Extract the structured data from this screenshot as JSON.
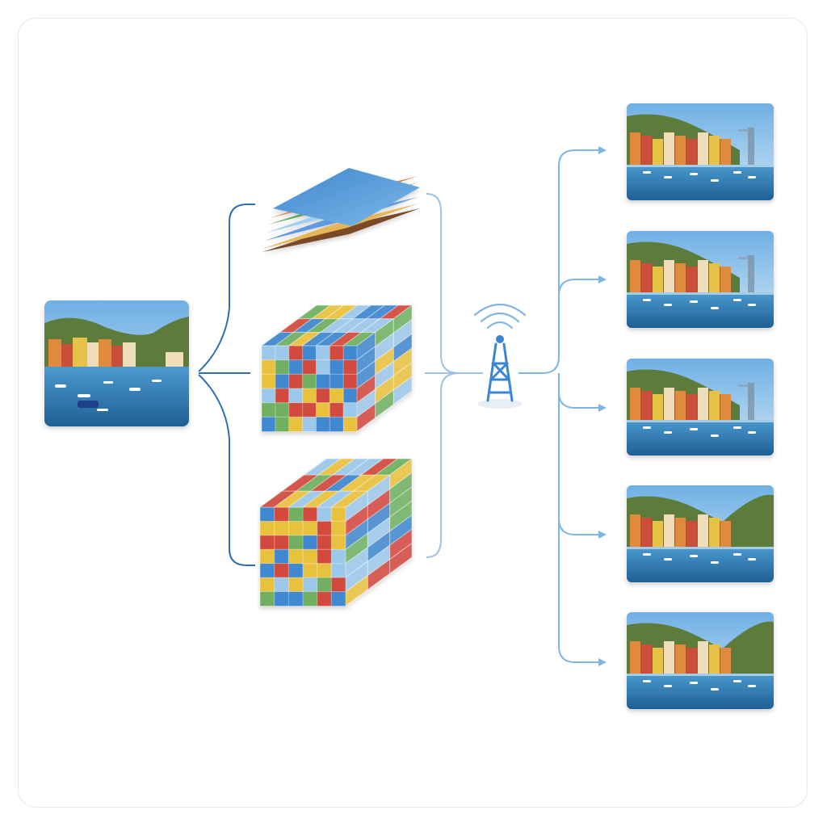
{
  "diagram": {
    "description_free": true,
    "palette": {
      "connector": "#2f6db5",
      "connector_light": "#9ec3e6",
      "arrow": "#7fb4e6",
      "tower": "#3a86d4",
      "sky": "#8fc3ea",
      "sea": "#2d77b0",
      "hill": "#5d7c3a",
      "house_orange": "#e08a3c",
      "house_red": "#c9503a",
      "house_yellow": "#e7c24a",
      "house_cream": "#efdcb8",
      "block_red": "#d2493e",
      "block_blue": "#3f88cf",
      "block_yellow": "#e9c23e",
      "block_green": "#6fb060",
      "block_light": "#9cc8ea"
    },
    "source_image": {
      "icon": "harbor-photo"
    },
    "encoders": [
      {
        "icon": "stacked-layers-icon"
      },
      {
        "icon": "block-volume-icon"
      },
      {
        "icon": "block-volume-uneven-icon"
      }
    ],
    "transmitter": {
      "icon": "broadcast-tower-icon"
    },
    "outputs": [
      {
        "icon": "harbor-photo",
        "variant": "with-tower"
      },
      {
        "icon": "harbor-photo",
        "variant": "with-tower"
      },
      {
        "icon": "harbor-photo",
        "variant": "with-tower"
      },
      {
        "icon": "harbor-photo",
        "variant": "plain"
      },
      {
        "icon": "harbor-photo",
        "variant": "plain"
      }
    ]
  }
}
